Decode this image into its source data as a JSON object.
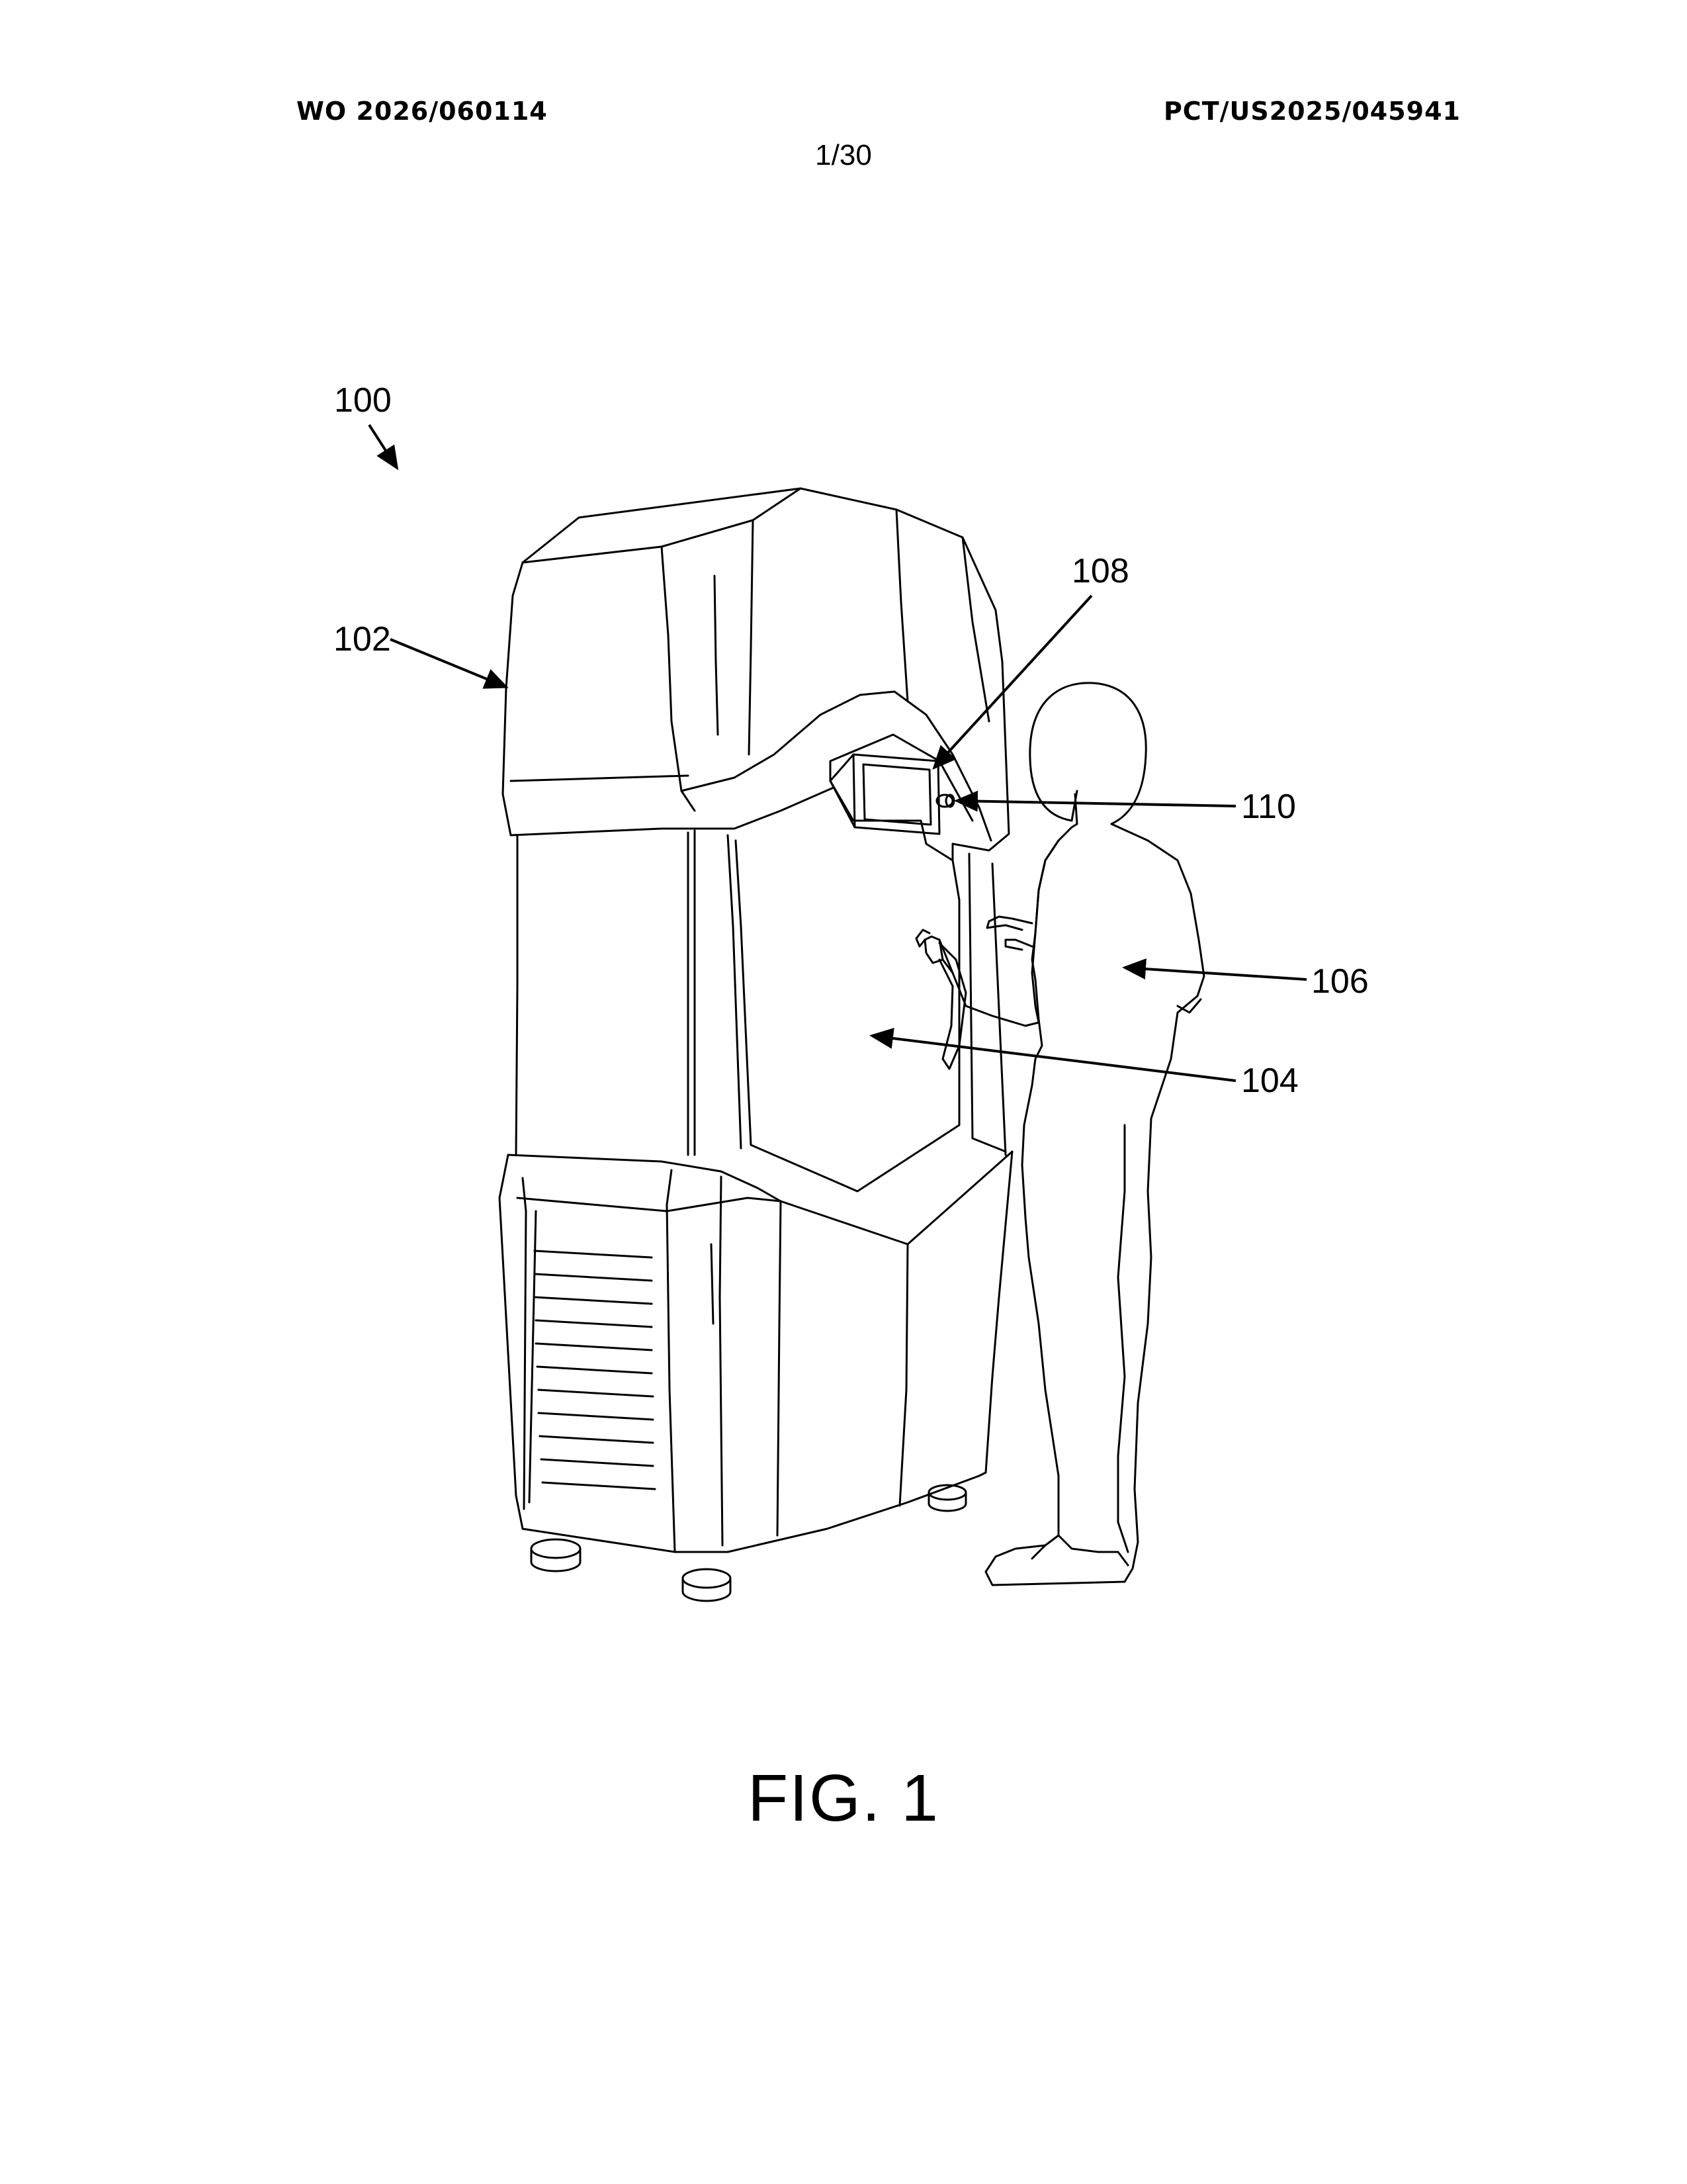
{
  "header": {
    "publication_number": "WO 2026/060114",
    "application_number": "PCT/US2025/045941",
    "sheet": "1/30"
  },
  "figure": {
    "caption": "FIG. 1",
    "reference_numerals": {
      "system": "100",
      "housing": "102",
      "chamber": "104",
      "user": "106",
      "display": "108",
      "sensor": "110"
    }
  }
}
